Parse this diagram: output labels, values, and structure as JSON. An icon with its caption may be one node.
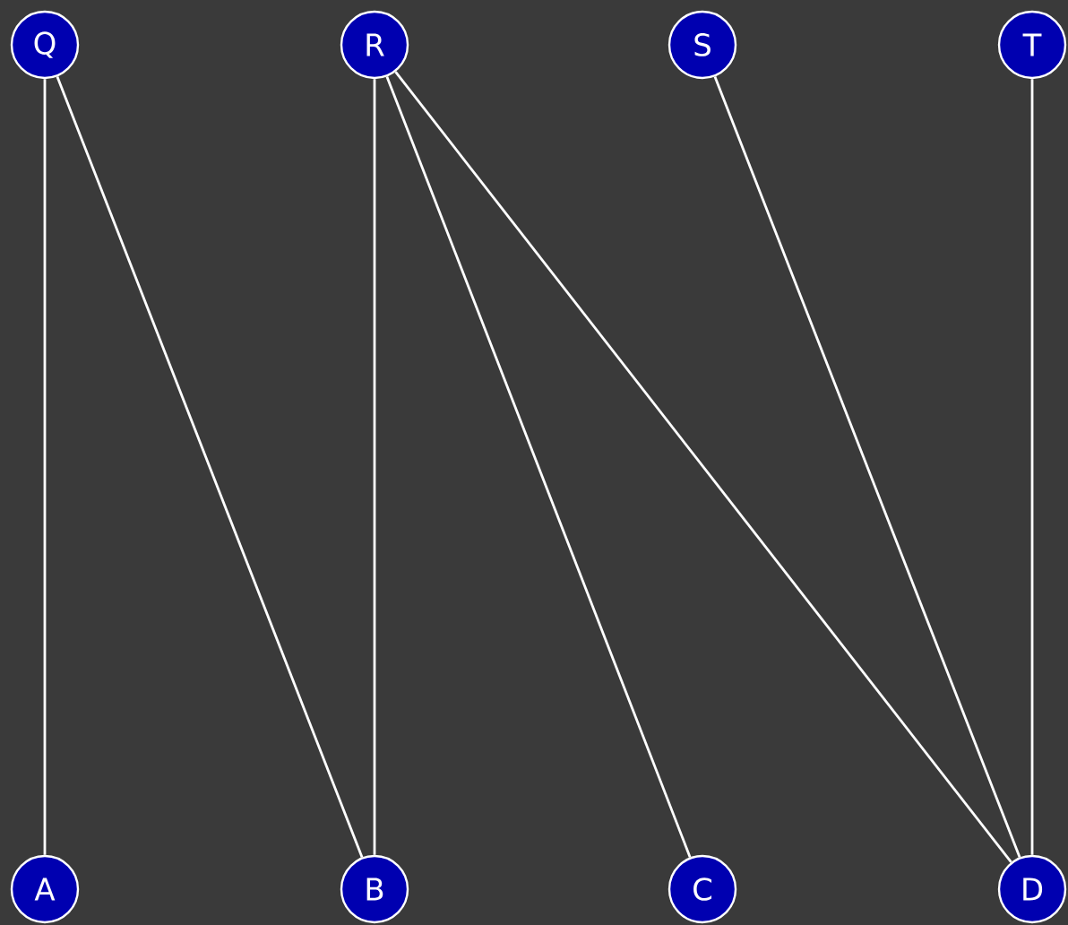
{
  "diagram": {
    "nodes": [
      {
        "text": [
          "Q"
        ]
      },
      {
        "text": [
          "R"
        ]
      },
      {
        "text": [
          "S"
        ]
      },
      {
        "text": [
          "T"
        ]
      },
      {
        "text": [
          "A"
        ]
      },
      {
        "text": [
          "B"
        ]
      },
      {
        "text": [
          "C"
        ]
      },
      {
        "text": [
          "D"
        ]
      }
    ],
    "edges": [
      {
        "from": 0,
        "to": 4,
        "arrow": "none"
      },
      {
        "from": 0,
        "to": 5,
        "arrow": "none"
      },
      {
        "from": 1,
        "to": 5,
        "arrow": "none"
      },
      {
        "from": 1,
        "to": 6,
        "arrow": "none"
      },
      {
        "from": 1,
        "to": 7,
        "arrow": "none"
      },
      {
        "from": 2,
        "to": 7,
        "arrow": "none"
      },
      {
        "from": 3,
        "to": 7,
        "arrow": "none"
      }
    ]
  }
}
